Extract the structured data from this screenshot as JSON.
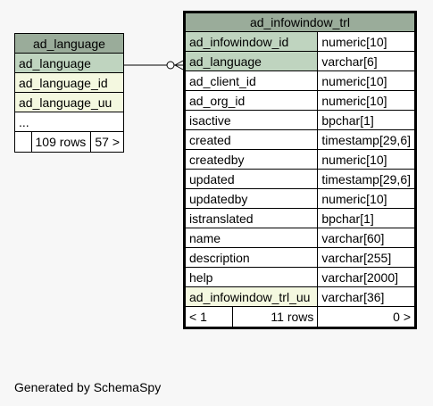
{
  "left_table": {
    "title": "ad_language",
    "rows": [
      {
        "name": "ad_language",
        "kind": "pk"
      },
      {
        "name": "ad_language_id",
        "kind": "fk"
      },
      {
        "name": "ad_language_uu",
        "kind": "fk"
      },
      {
        "name": "...",
        "kind": "plain"
      }
    ],
    "footer": {
      "left": "",
      "rows": "109 rows",
      "right": "57 >"
    }
  },
  "right_table": {
    "title": "ad_infowindow_trl",
    "rows": [
      {
        "name": "ad_infowindow_id",
        "type": "numeric[10]",
        "kind": "pk"
      },
      {
        "name": "ad_language",
        "type": "varchar[6]",
        "kind": "pk"
      },
      {
        "name": "ad_client_id",
        "type": "numeric[10]",
        "kind": "plain"
      },
      {
        "name": "ad_org_id",
        "type": "numeric[10]",
        "kind": "plain"
      },
      {
        "name": "isactive",
        "type": "bpchar[1]",
        "kind": "plain"
      },
      {
        "name": "created",
        "type": "timestamp[29,6]",
        "kind": "plain"
      },
      {
        "name": "createdby",
        "type": "numeric[10]",
        "kind": "plain"
      },
      {
        "name": "updated",
        "type": "timestamp[29,6]",
        "kind": "plain"
      },
      {
        "name": "updatedby",
        "type": "numeric[10]",
        "kind": "plain"
      },
      {
        "name": "istranslated",
        "type": "bpchar[1]",
        "kind": "plain"
      },
      {
        "name": "name",
        "type": "varchar[60]",
        "kind": "plain"
      },
      {
        "name": "description",
        "type": "varchar[255]",
        "kind": "plain"
      },
      {
        "name": "help",
        "type": "varchar[2000]",
        "kind": "plain"
      },
      {
        "name": "ad_infowindow_trl_uu",
        "type": "varchar[36]",
        "kind": "fk"
      }
    ],
    "footer": {
      "left": "< 1",
      "rows": "11 rows",
      "right": "0 >"
    }
  },
  "generated_by": "Generated by SchemaSpy"
}
